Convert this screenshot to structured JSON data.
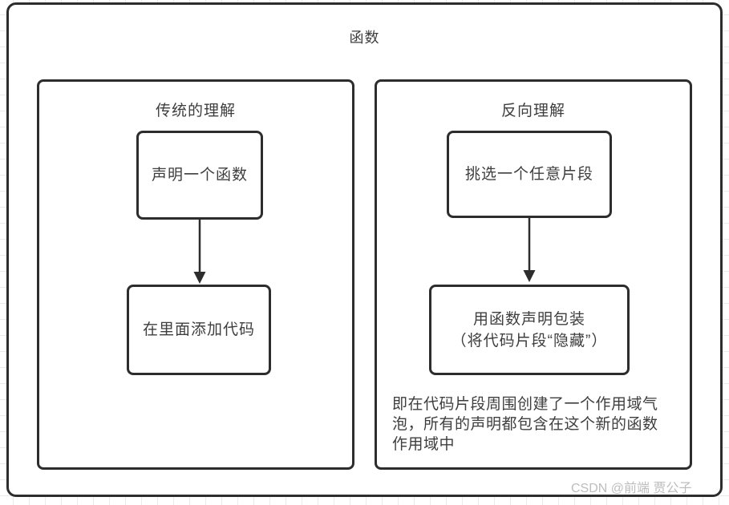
{
  "title": "函数",
  "left_panel": {
    "title": "传统的理解",
    "box1": "声明一个函数",
    "box2": "在里面添加代码"
  },
  "right_panel": {
    "title": "反向理解",
    "box1": "挑选一个任意片段",
    "box2_line1": "用函数声明包装",
    "box2_line2": "（将代码片段“隐藏”）",
    "note": "即在代码片段周围创建了一个作用域气泡，所有的声明都包含在这个新的函数作用域中"
  },
  "watermark": "CSDN @前端 贾公子",
  "colors": {
    "border": "#2d2d2d",
    "text": "#3e3e3e",
    "grid_line": "#ebebeb",
    "watermark": "#bdbdbd",
    "background": "#ffffff"
  }
}
